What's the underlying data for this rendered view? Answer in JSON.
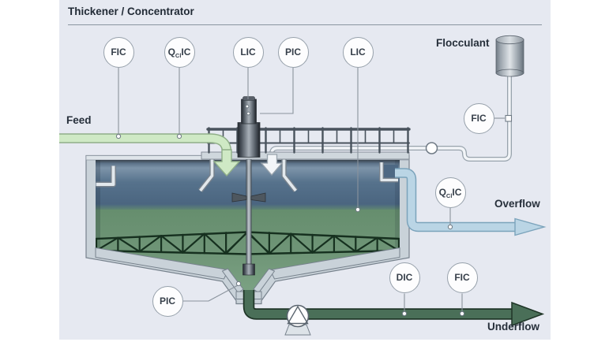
{
  "title": "Thickener / Concentrator",
  "labels": {
    "feed": "Feed",
    "flocculant": "Flocculant",
    "overflow": "Overflow",
    "underflow": "Underflow"
  },
  "instruments": {
    "feed_flow": {
      "label": "FIC"
    },
    "feed_quality": {
      "prefix": "Q",
      "sub": "Cl",
      "suffix": "IC"
    },
    "level": {
      "label": "LIC"
    },
    "pressure": {
      "label": "PIC"
    },
    "bed_level": {
      "label": "LIC"
    },
    "flocculant_flow": {
      "label": "FIC"
    },
    "overflow_quality": {
      "prefix": "Q",
      "sub": "Cl",
      "suffix": "IC"
    },
    "cone_pressure": {
      "label": "PIC"
    },
    "underflow_density": {
      "label": "DIC"
    },
    "underflow_flow": {
      "label": "FIC"
    }
  },
  "colors": {
    "panel_background": "#e6e9f1",
    "feed_pipe": "#cfe9c5",
    "feed_pipe_border": "#8fae88",
    "overflow_pipe": "#bad5e5",
    "overflow_pipe_border": "#7ba3bb",
    "underflow_pipe": "#4a6f58",
    "underflow_pipe_border": "#1f3527",
    "water_layer": "#4c6781",
    "sludge_layer": "#6f9477",
    "tank_shell": "#c9d2d9",
    "instrument_line": "#8a939d",
    "text": "#262f3a"
  }
}
